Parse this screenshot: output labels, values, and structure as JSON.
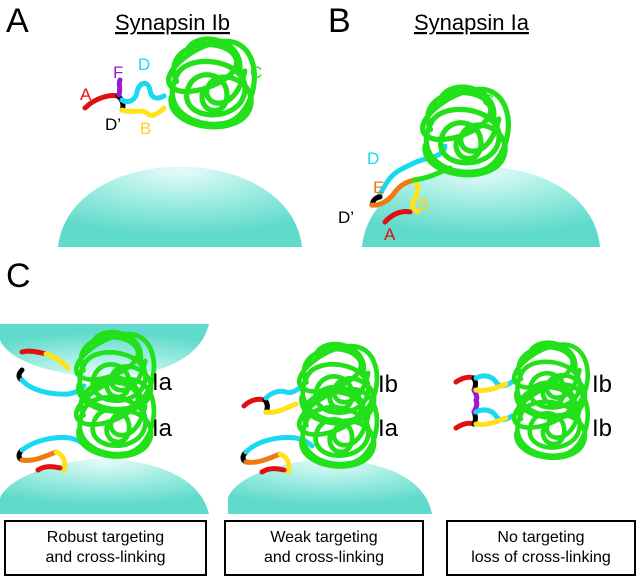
{
  "panels": {
    "A": {
      "letter": "A",
      "title": "Synapsin Ib"
    },
    "B": {
      "letter": "B",
      "title": "Synapsin Ia"
    },
    "C": {
      "letter": "C"
    }
  },
  "domain_labels": {
    "A": "A",
    "B": "B",
    "C": "C",
    "D": "D",
    "D_prime": "D’",
    "E": "E",
    "F": "F"
  },
  "complexes": [
    {
      "top": "Ia",
      "bottom": "Ia",
      "caption": [
        "Robust targeting",
        "and cross-linking"
      ]
    },
    {
      "top": "Ib",
      "bottom": "Ia",
      "caption": [
        "Weak targeting",
        "and cross-linking"
      ]
    },
    {
      "top": "Ib",
      "bottom": "Ib",
      "caption": [
        "No targeting",
        "loss of cross-linking"
      ]
    }
  ],
  "colors": {
    "vesicle": "#7fe3d6",
    "domain_A": "#e01010",
    "domain_B": "#ffe21a",
    "domain_C": "#22e01a",
    "domain_D": "#1ad8f0",
    "domain_D_prime": "#000000",
    "domain_E": "#f07a10",
    "domain_F": "#9a1ad0"
  }
}
